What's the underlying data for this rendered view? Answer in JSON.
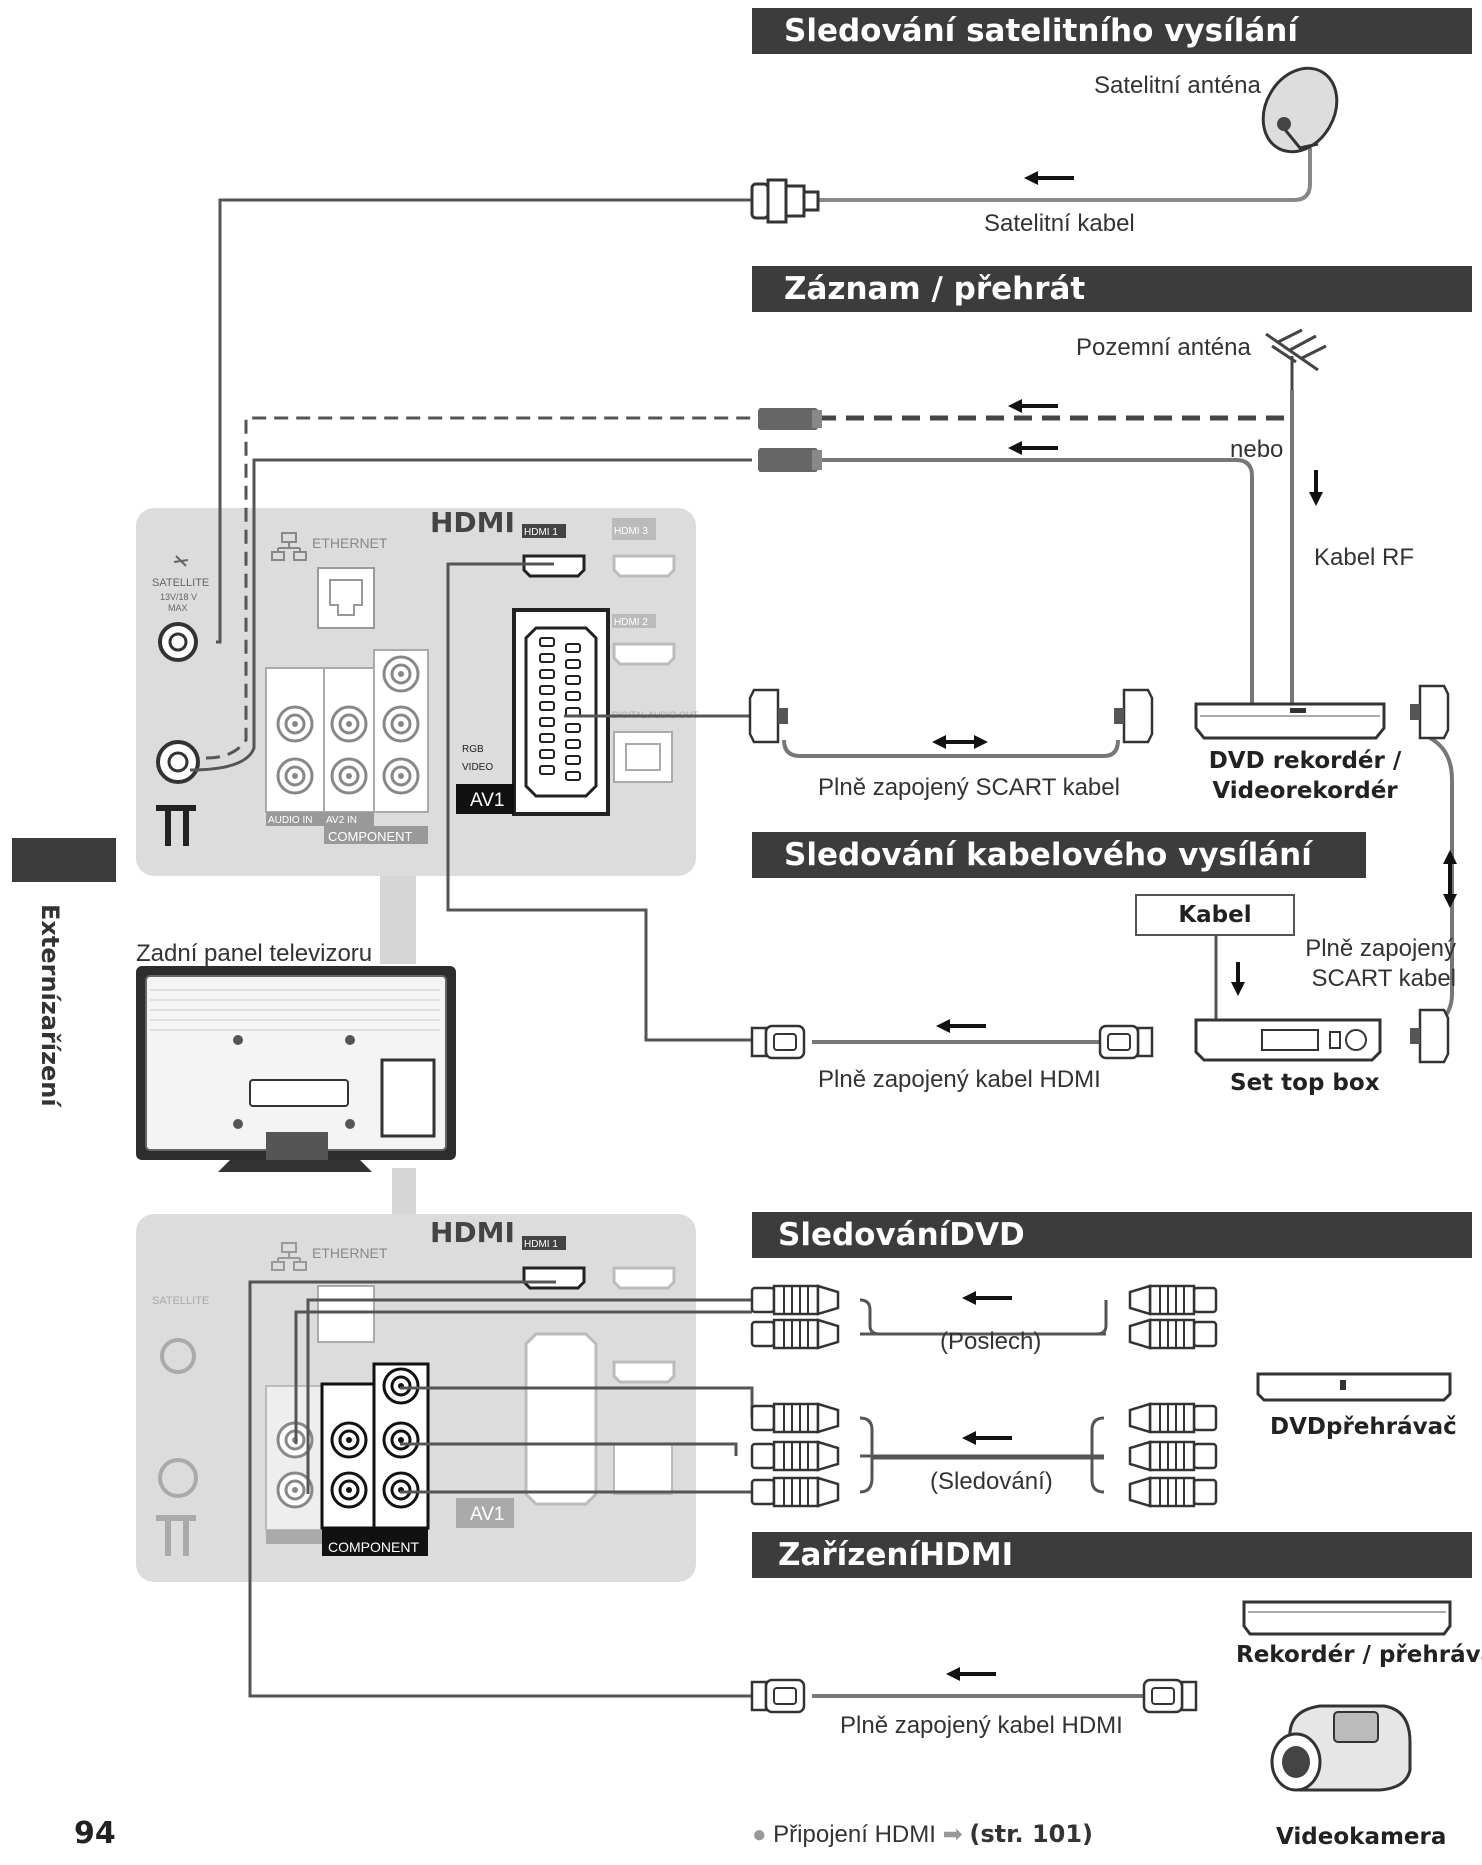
{
  "headers": {
    "satellite": "Sledování satelitního vysílání",
    "record": "Záznam / přehrát",
    "cable": "Sledování kabelového vysílání",
    "dvd": "SledováníDVD",
    "hdmi_device": "ZařízeníHDMI"
  },
  "labels": {
    "satellite_antenna": "Satelitní anténa",
    "satellite_cable": "Satelitní kabel",
    "terrestrial_antenna": "Pozemní anténa",
    "or": "nebo",
    "rf_cable": "Kabel RF",
    "scart_cable": "Plně zapojený SCART kabel",
    "dvd_recorder_line1": "DVD rekordér /",
    "dvd_recorder_line2": "Videorekordér",
    "cable_box": "Kabel",
    "scart_cable_right_line1": "Plně zapojený",
    "scart_cable_right_line2": "SCART kabel",
    "hdmi_cable_1": "Plně zapojený kabel HDMI",
    "set_top_box": "Set top box",
    "tv_back_panel": "Zadní panel televizoru",
    "listen": "(Poslech)",
    "watch": "(Sledování)",
    "dvd_player": "DVDpřehrávač",
    "recorder_player": "Rekordér / přehrávač",
    "hdmi_cable_2": "Plně zapojený kabel HDMI",
    "camcorder": "Videokamera"
  },
  "panel": {
    "hdmi_logo": "HDMI",
    "ethernet": "ETHERNET",
    "satellite": "SATELLITE",
    "satellite_spec_1": "13V/18 V",
    "satellite_spec_2": "MAX",
    "hdmi1": "HDMI 1",
    "hdmi2": "HDMI 2",
    "hdmi3": "HDMI 3",
    "rgb": "RGB",
    "video": "VIDEO",
    "av1": "AV1",
    "audio_in": "AUDIO IN",
    "av2_in": "AV2 IN",
    "component": "COMPONENT",
    "digital_audio_out": "DIGITAL AUDIO OUT"
  },
  "sidebar": {
    "section": "Externízařízení"
  },
  "footer": {
    "page_number": "94",
    "note": "Připojení HDMI",
    "ref": "(str. 101)"
  }
}
